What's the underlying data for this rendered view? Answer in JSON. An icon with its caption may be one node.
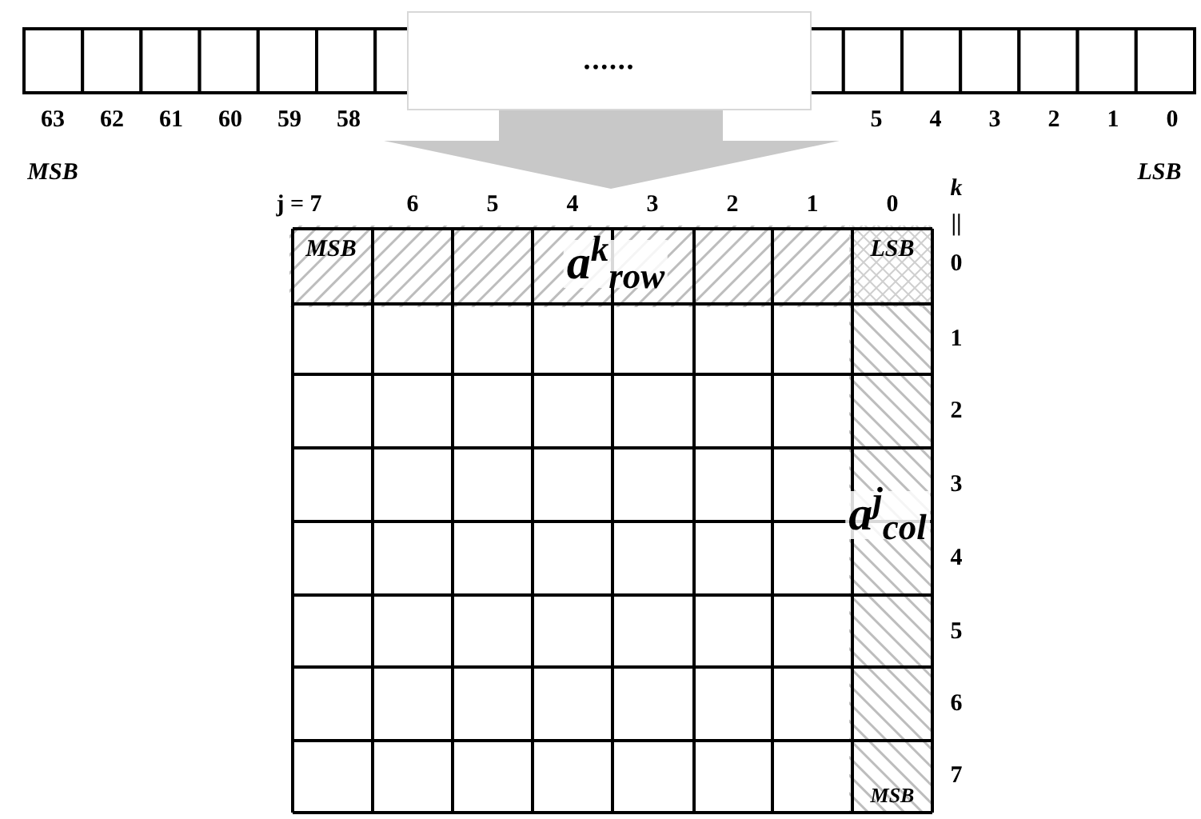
{
  "diagram": {
    "nodes": [
      {
        "text": [
          "......"
        ]
      }
    ],
    "labels": [
      "63",
      "62",
      "61",
      "60",
      "59",
      "58",
      "5",
      "4",
      "3",
      "2",
      "1",
      "0",
      "MSB",
      "LSB",
      "j = 7",
      "6",
      "5",
      "4",
      "3",
      "2",
      "1",
      "0",
      "k",
      "||",
      "0",
      "MSB",
      "a$^{k}$$_{row}$",
      "LSB",
      "1",
      "2",
      "3",
      "4",
      "5",
      "6",
      "7",
      "a$^{j}$$_{col}$",
      "MSB"
    ]
  }
}
